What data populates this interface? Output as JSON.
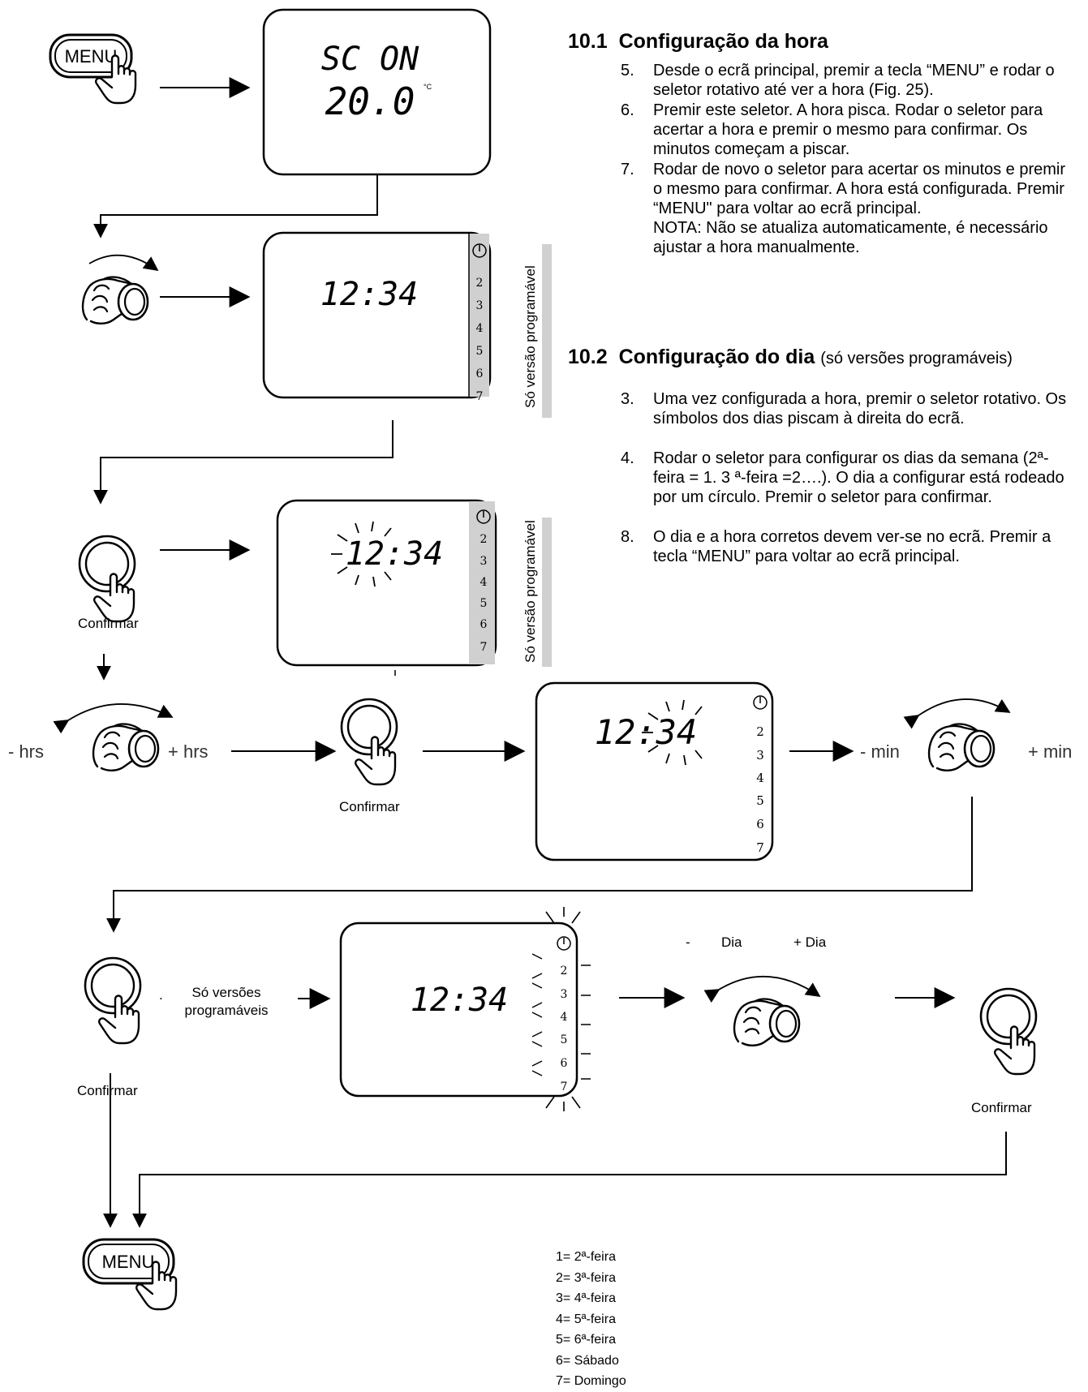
{
  "section1": {
    "number": "10.1",
    "title": "Configuração da hora",
    "steps": [
      {
        "num": "5.",
        "text": "Desde o ecrã principal, premir a tecla “MENU” e rodar o seletor rotativo até ver a hora (Fig. 25)."
      },
      {
        "num": "6.",
        "text": "Premir este seletor. A hora pisca. Rodar o seletor para acertar a hora e premir o mesmo para confirmar. Os minutos começam a piscar."
      },
      {
        "num": "7.",
        "text": "Rodar de novo o seletor para acertar os minutos e premir o mesmo para confirmar. A hora está configurada. Premir “MENU\" para voltar ao ecrã principal.\nNOTA: Não se atualiza automaticamente, é necessário ajustar a hora manualmente."
      }
    ]
  },
  "section2": {
    "number": "10.2",
    "title": "Configuração do dia",
    "note": "(só versões programáveis)",
    "steps": [
      {
        "num": "3.",
        "text": "Uma vez configurada a hora, premir o seletor rotativo. Os símbolos dos dias piscam à direita do ecrã."
      },
      {
        "num": "4.",
        "text": "Rodar o seletor para configurar os dias da semana (2ª-feira = 1. 3 ª-feira =2….). O dia a configurar está rodeado por um círculo. Premir o seletor para confirmar."
      },
      {
        "num": "8.",
        "text": "O dia e a hora corretos devem ver-se no ecrã. Premir a tecla “MENU” para voltar ao ecrã principal."
      }
    ]
  },
  "diagram": {
    "menu_label": "MENU",
    "screen1_line1": "SC ON",
    "screen1_line2": "20.0",
    "screen1_unit": "°C",
    "time": "12:34",
    "day_numbers": [
      "2",
      "3",
      "4",
      "5",
      "6",
      "7"
    ],
    "prog_only_vertical": "Só versão programável",
    "confirm": "Confirmar",
    "minus_hrs": "- hrs",
    "plus_hrs": "+ hrs",
    "minus_min": "- min",
    "plus_min": "+ min",
    "minus_day": "-",
    "dia_label": "Dia",
    "plus_day": "+ Dia",
    "prog_versions_line1": "Só versões",
    "prog_versions_line2": "programáveis",
    "dot": "."
  },
  "legend": [
    "1= 2ª-feira",
    "2= 3ª-feira",
    "3= 4ª-feira",
    "4= 5ª-feira",
    "5= 6ª-feira",
    "6= Sábado",
    "7= Domingo"
  ]
}
